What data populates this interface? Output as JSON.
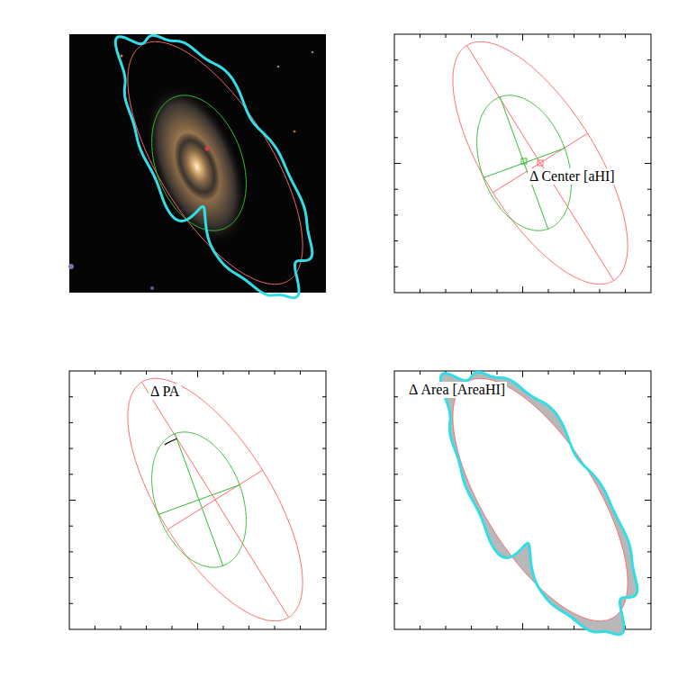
{
  "diagram": {
    "labels": [
      "Δ Center [aHI]",
      "Δ PA",
      "Δ Area [AreaHI]"
    ]
  }
}
